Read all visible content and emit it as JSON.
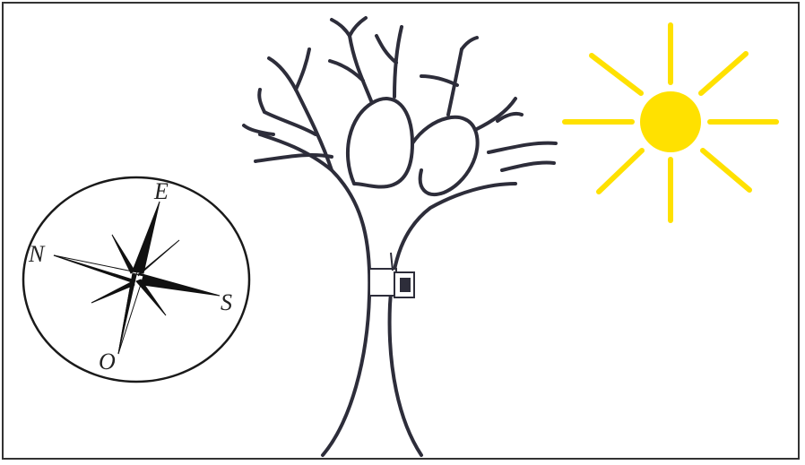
{
  "compass": {
    "north": "N",
    "east": "E",
    "south": "S",
    "west": "O"
  },
  "colors": {
    "sun": "#ffe100",
    "tree": "#2d2d3a",
    "ink": "#1a1a1a"
  },
  "icons": [
    "compass-icon",
    "tree-icon",
    "sun-icon",
    "sensor-device-icon"
  ]
}
